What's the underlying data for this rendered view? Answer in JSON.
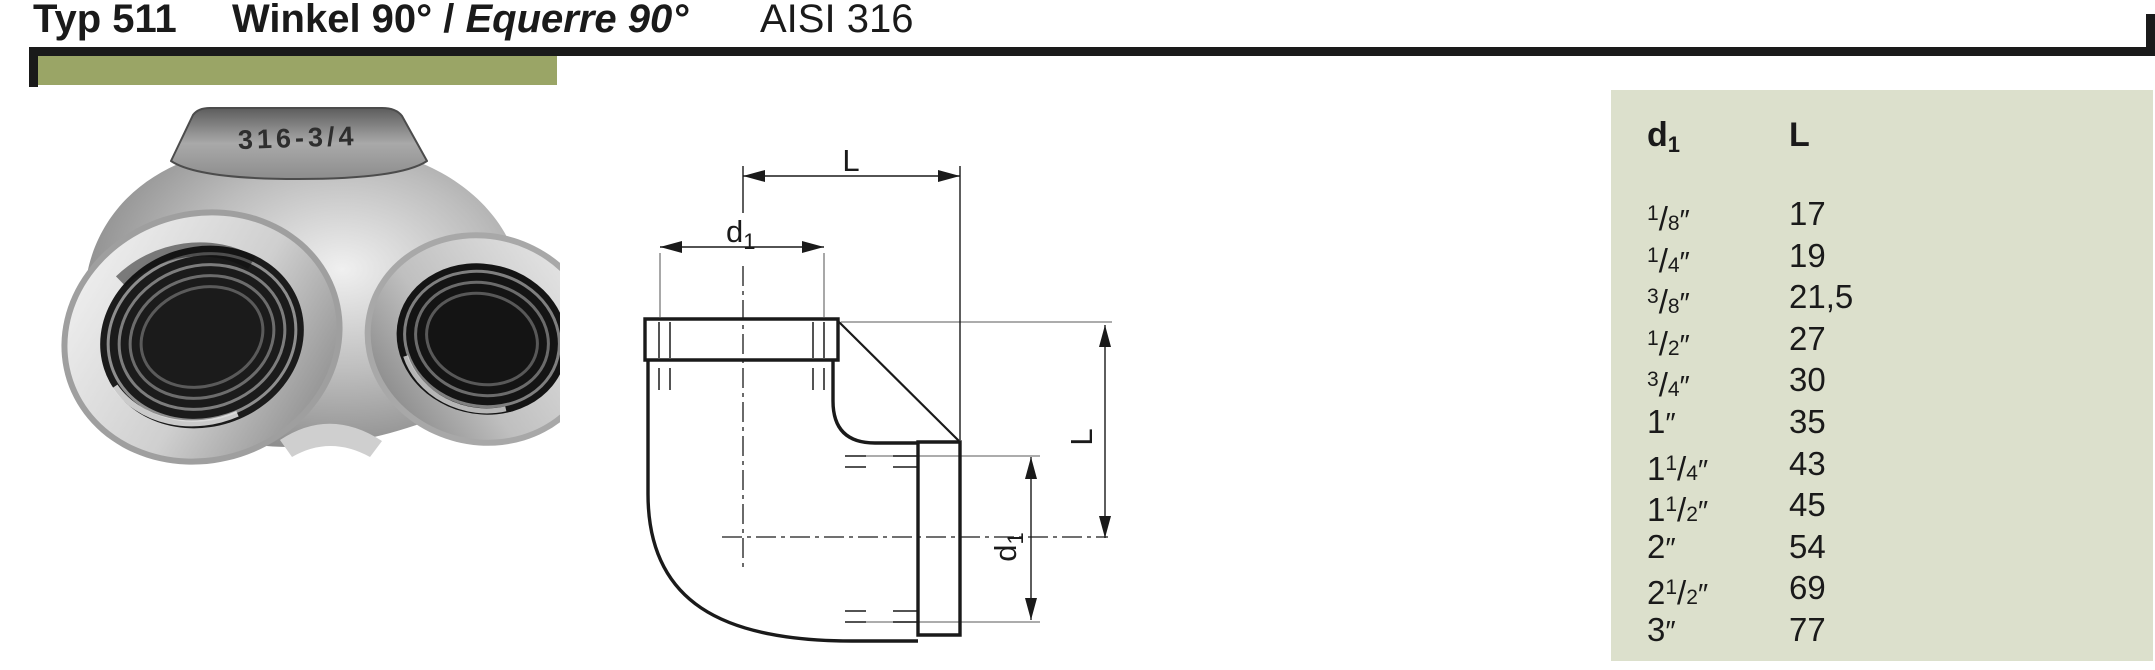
{
  "header": {
    "type_label": "Typ 511",
    "title_de": "Winkel 90°",
    "separator": " / ",
    "title_fr": "Equerre 90°",
    "material": "AISI 316"
  },
  "photo": {
    "embossed_marking": "316-3/4"
  },
  "drawing": {
    "top_length_label": "L",
    "side_length_label": "L",
    "diameter_label": {
      "base": "d",
      "sub": "1"
    }
  },
  "table": {
    "columns": [
      {
        "base": "d",
        "sub": "1"
      },
      {
        "base": "L",
        "sub": ""
      }
    ],
    "unit": "″",
    "rows": [
      {
        "whole": "",
        "num": "1",
        "den": "8",
        "L": "17"
      },
      {
        "whole": "",
        "num": "1",
        "den": "4",
        "L": "19"
      },
      {
        "whole": "",
        "num": "3",
        "den": "8",
        "L": "21,5"
      },
      {
        "whole": "",
        "num": "1",
        "den": "2",
        "L": "27"
      },
      {
        "whole": "",
        "num": "3",
        "den": "4",
        "L": "30"
      },
      {
        "whole": "1",
        "num": "",
        "den": "",
        "L": "35"
      },
      {
        "whole": "1",
        "num": "1",
        "den": "4",
        "L": "43"
      },
      {
        "whole": "1",
        "num": "1",
        "den": "2",
        "L": "45"
      },
      {
        "whole": "2",
        "num": "",
        "den": "",
        "L": "54"
      },
      {
        "whole": "2",
        "num": "1",
        "den": "2",
        "L": "69"
      },
      {
        "whole": "3",
        "num": "",
        "den": "",
        "L": "77"
      }
    ]
  },
  "colors": {
    "accent_olive": "#9aa566",
    "table_background": "#dce0cc",
    "line_black": "#1a1a1a"
  }
}
